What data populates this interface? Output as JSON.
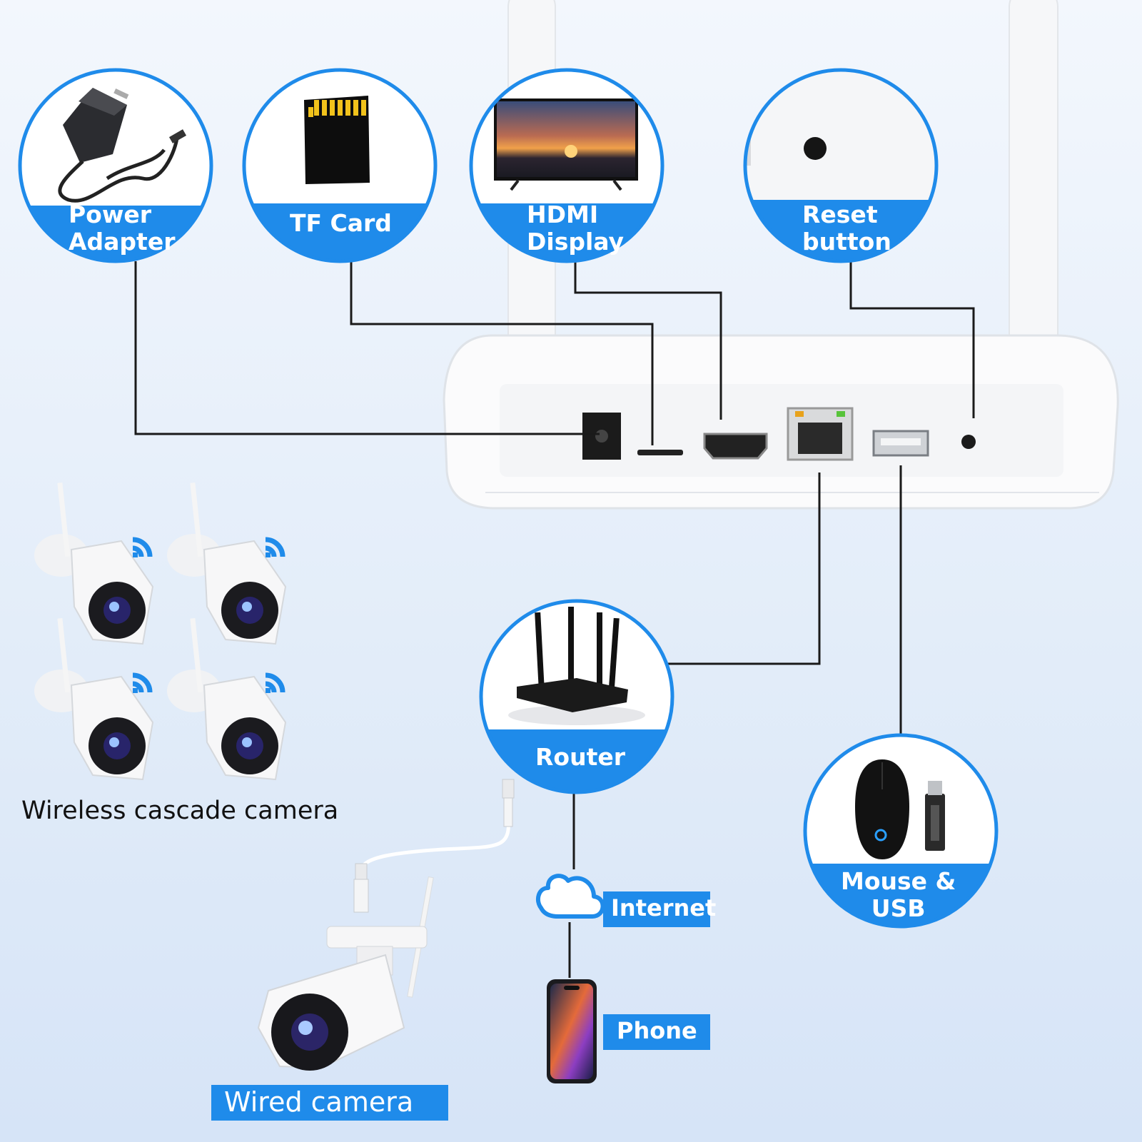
{
  "accent_color": "#1f8bea",
  "nvr": {
    "ports": [
      "power-port",
      "tf-slot",
      "hdmi-port",
      "lan-port",
      "usb-port",
      "reset-hole"
    ]
  },
  "bubbles": {
    "power_adapter": {
      "label": "Power\nAdapter",
      "icon": "power-adapter-icon"
    },
    "tf_card": {
      "label": "TF Card",
      "icon": "sd-card-icon"
    },
    "hdmi_display": {
      "label": "HDMI\nDisplay",
      "icon": "tv-display-icon"
    },
    "reset_button": {
      "label": "Reset\nbutton",
      "icon": "reset-hole-icon"
    },
    "router": {
      "label": "Router",
      "icon": "router-icon"
    },
    "mouse_usb": {
      "label": "Mouse &\nUSB",
      "icon": "mouse-usb-icon"
    }
  },
  "labels": {
    "internet": "Internet",
    "phone": "Phone",
    "wired_camera": "Wired camera",
    "wireless_cameras": "Wireless cascade camera"
  }
}
